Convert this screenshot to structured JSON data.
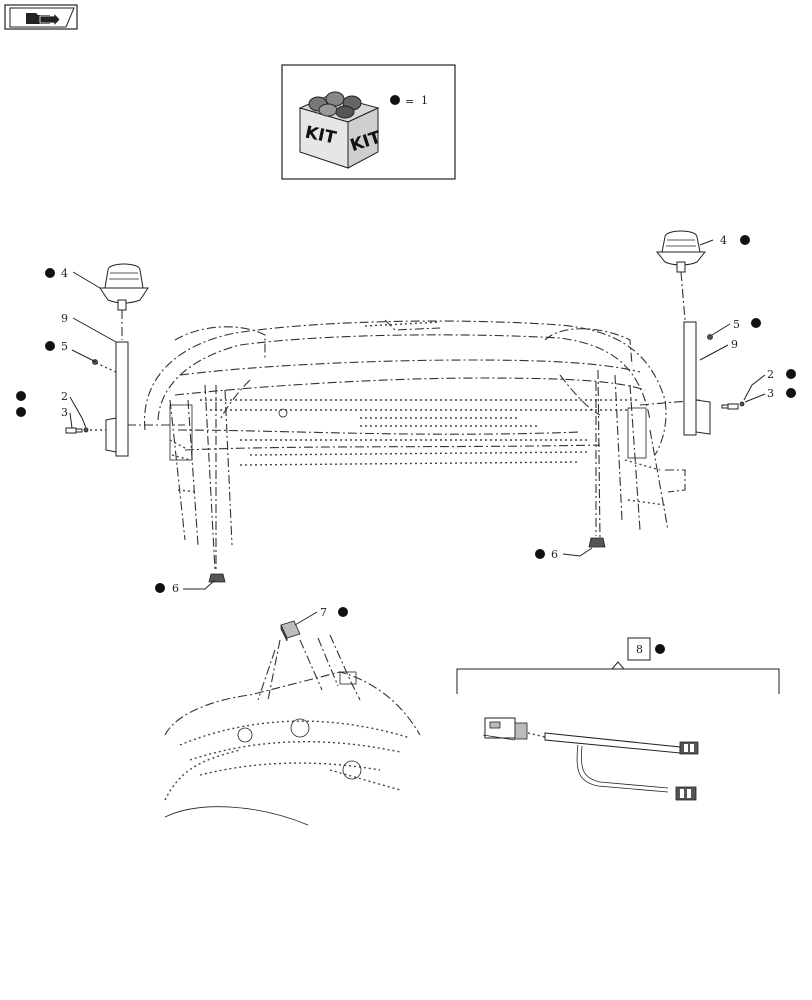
{
  "nav": {
    "icon": "folder-arrow-icon"
  },
  "kit_box": {
    "kit_text_left": "KIT",
    "kit_text_right": "KIT",
    "legend_eq": "=",
    "legend_num": "1"
  },
  "callouts": {
    "left_beacon": "4",
    "left_post": "9",
    "left_nut": "5",
    "left_bolt_a": "2",
    "left_bolt_b": "3",
    "left_foot": "6",
    "right_beacon": "4",
    "right_nut": "5",
    "right_post": "9",
    "right_bolt_a": "2",
    "right_bolt_b": "3",
    "right_foot": "6",
    "switch": "7",
    "harness": "8"
  }
}
